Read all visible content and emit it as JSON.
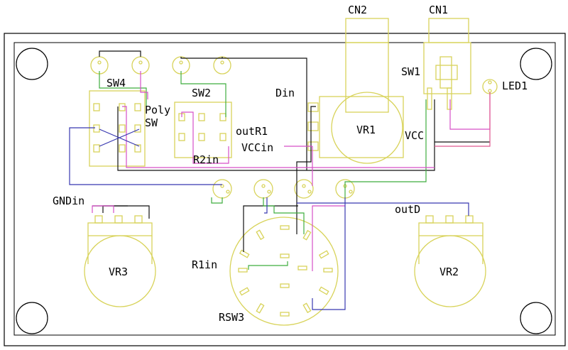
{
  "colors": {
    "board": "#000000",
    "component": "#d8d35a",
    "wire_green": "#3fae3f",
    "wire_magenta": "#d64fc8",
    "wire_blue": "#3838b0",
    "wire_black": "#111111",
    "wire_pink": "#e0588f",
    "text": "#000000"
  },
  "labels": {
    "cn2": "CN2",
    "cn1": "CN1",
    "sw1": "SW1",
    "led1": "LED1",
    "sw4": "SW4",
    "sw2": "SW2",
    "din": "Din",
    "poly": "Poly",
    "sw": "SW",
    "vr1": "VR1",
    "outr1": "outR1",
    "vcc": "VCC",
    "vccin": "VCCin",
    "r2in": "R2in",
    "gndin": "GNDin",
    "outd": "outD",
    "r1in": "R1in",
    "vr3": "VR3",
    "vr2": "VR2",
    "rsw3": "RSW3"
  }
}
